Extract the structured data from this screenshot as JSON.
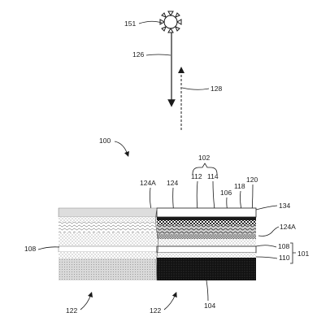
{
  "figure": {
    "labels": {
      "sun": "151",
      "incident_ray": "126",
      "reflected_ray": "128",
      "assembly": "100",
      "stack": "102",
      "layer_112": "112",
      "layer_114": "114",
      "layer_106": "106",
      "layer_118": "118",
      "layer_120": "120",
      "layer_124": "124",
      "boundary_124a_top": "124A",
      "boundary_124a_right": "124A",
      "cover_134": "134",
      "left_108": "108",
      "right_108": "108",
      "layer_110": "110",
      "substrate_group": "101",
      "base_104": "104",
      "region_left_122": "122",
      "region_right_122": "122"
    },
    "icons": {
      "sun": "sun-icon",
      "incident_arrow": "arrow-down-icon",
      "reflected_arrow": "arrow-up-dashed-icon"
    }
  }
}
